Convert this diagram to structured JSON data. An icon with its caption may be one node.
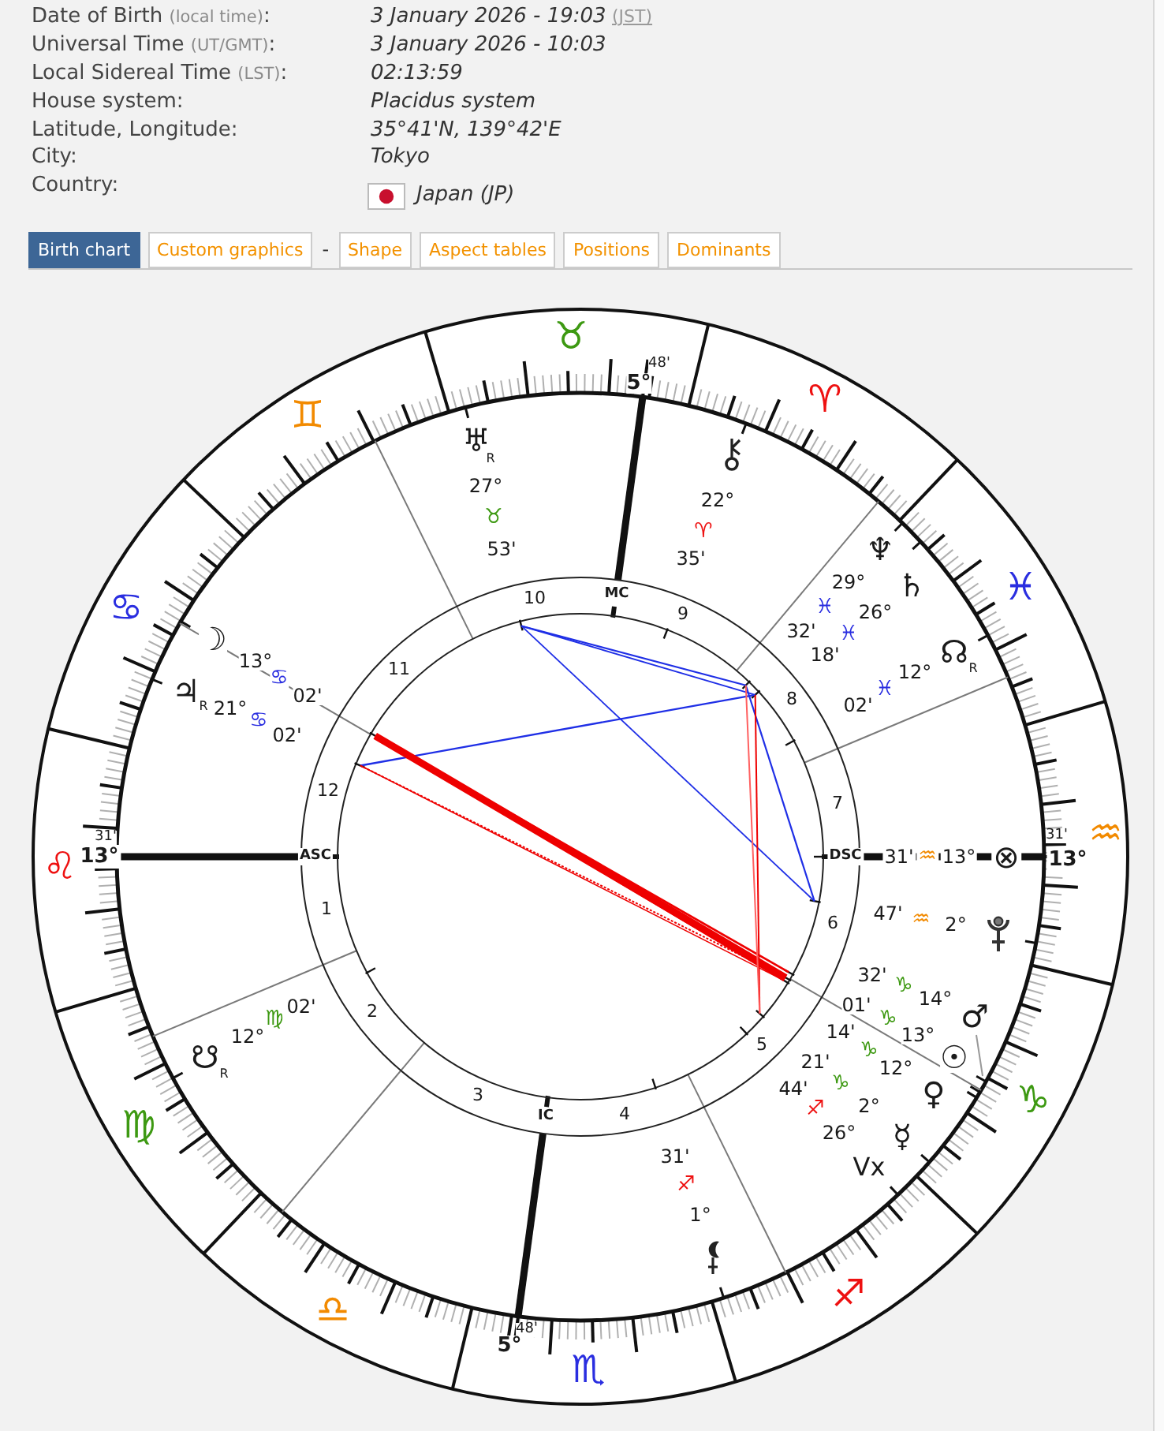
{
  "diagram": {
    "labels": [
      "Date of Birth (local time):",
      "3 January 2026 - 19:03",
      "(JST)",
      "Universal Time (UT/GMT):",
      "3 January 2026 - 10:03",
      "Local Sidereal Time (LST):",
      "02:13:59",
      "House system:",
      "Placidus system",
      "Latitude, Longitude:",
      "35°41'N, 139°42'E",
      "City:",
      "Tokyo",
      "Country:",
      "Japan (JP)",
      "Birth chart",
      "Custom graphics",
      "-",
      "Shape",
      "Aspect tables",
      "Positions",
      "Dominants",
      "♉",
      "48'",
      "5°",
      "♈",
      "♊",
      "♅",
      "R",
      "27°",
      "22°",
      "♉",
      "♈",
      "♆",
      "53'",
      "35'",
      "29°",
      "♄",
      "♓",
      "MC",
      "10",
      "♋",
      "♓",
      "26°",
      "9",
      "32'",
      "♓",
      "☽",
      "☊",
      "R",
      "18'",
      "13°",
      "11",
      "12°",
      "♋",
      "♓",
      "♃",
      "R",
      "02'",
      "8",
      "02'",
      "21°",
      "♋",
      "02'",
      "12",
      "7",
      "31'",
      "31'",
      "♒",
      "13°",
      "ASC",
      "DSC",
      "31'",
      "♒",
      "13°",
      "⊗",
      "13°",
      "♌",
      "1",
      "47'",
      "♒",
      "2°",
      "6",
      "32'",
      "♑",
      "14°",
      "01'",
      "02'",
      "2",
      "♂",
      "♑",
      "♍",
      "14'",
      "13°",
      "12°",
      "5",
      "♑",
      "☋",
      "R",
      "☉",
      "21'",
      "12°",
      "♑",
      "44'",
      "♀",
      "3",
      "♑",
      "2°",
      "♐",
      "4",
      "IC",
      "♍",
      "26°",
      "☿",
      "31'",
      "Vx",
      "♐",
      "1°",
      "♐",
      "♎",
      "48'",
      "5°",
      "♏"
    ]
  }
}
